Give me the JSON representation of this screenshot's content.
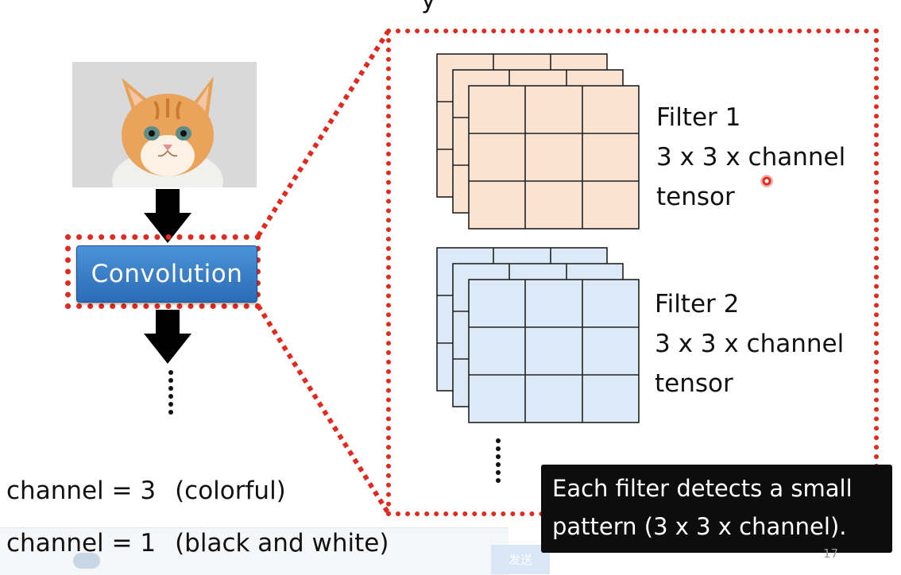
{
  "conv_button_label": "Convolution",
  "filters": [
    {
      "title": "Filter 1",
      "desc1": "3 x 3 x channel",
      "desc2": "tensor",
      "fill": "#fbe3d2"
    },
    {
      "title": "Filter 2",
      "desc1": "3 x 3 x channel",
      "desc2": "tensor",
      "fill": "#dce9f6"
    }
  ],
  "channel_lines": [
    {
      "label": "channel = 3",
      "note": "(colorful)"
    },
    {
      "label": "channel = 1",
      "note": "(black and white)"
    }
  ],
  "subtitle": {
    "line1": "Each filter detects a small",
    "line2": "pattern (3 x 3 x channel)."
  },
  "send_button_label": "发送",
  "page_number": "17",
  "colors": {
    "dotted_frame": "#e02a20",
    "conv_button": "#3a7fca",
    "grid_line": "#222222"
  }
}
